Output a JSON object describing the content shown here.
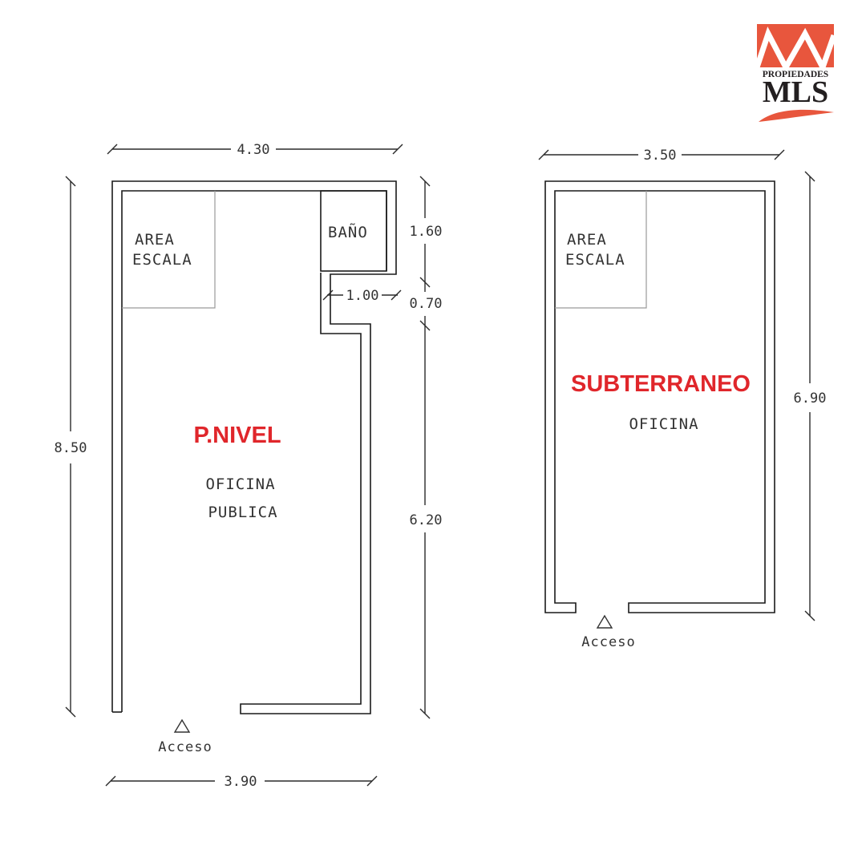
{
  "logo": {
    "line1": "PROPIEDADES",
    "line2": "MLS",
    "brand_color": "#e8563d"
  },
  "colors": {
    "label_red": "#e0262b"
  },
  "plan_left": {
    "title": "P.NIVEL",
    "room_stair": [
      "AREA",
      "ESCALA"
    ],
    "room_bath": "BAÑO",
    "room_main": [
      "OFICINA",
      "PUBLICA"
    ],
    "access_label": "Acceso",
    "dims": {
      "top": "4.30",
      "bottom": "3.90",
      "left": "8.50",
      "bath_height": "1.60",
      "step_width": "1.00",
      "step_height": "0.70",
      "main_height": "6.20"
    }
  },
  "plan_right": {
    "title": "SUBTERRANEO",
    "room_stair": [
      "AREA",
      "ESCALA"
    ],
    "room_main": "OFICINA",
    "access_label": "Acceso",
    "dims": {
      "top": "3.50",
      "right": "6.90"
    }
  }
}
